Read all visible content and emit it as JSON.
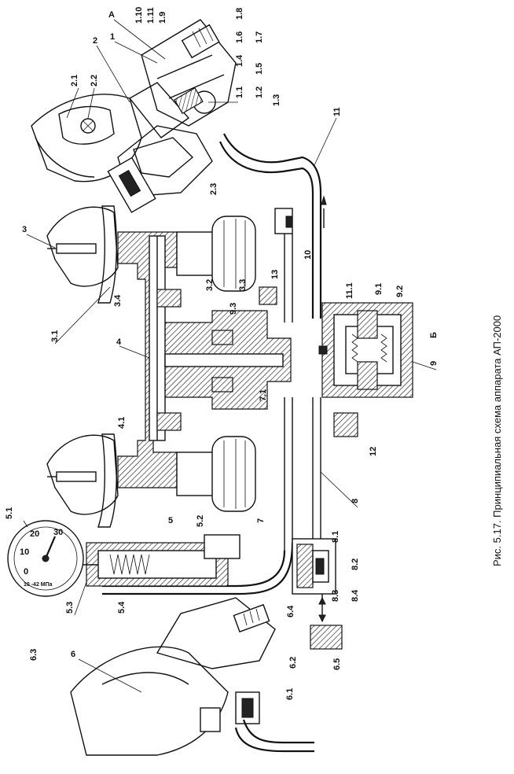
{
  "caption": "Рис. 5.17. Принципиальная схема аппарата АП-2000",
  "labels": {
    "A": "А",
    "B": "Б",
    "l1": "1",
    "l1_1": "1.1",
    "l1_2": "1.2",
    "l1_3": "1.3",
    "l1_4": "1.4",
    "l1_5": "1.5",
    "l1_6": "1.6",
    "l1_7": "1.7",
    "l1_8": "1.8",
    "l1_9": "1.9",
    "l1_10": "1.10",
    "l1_11": "1.11",
    "l2": "2",
    "l2_1": "2.1",
    "l2_2": "2.2",
    "l2_3": "2.3",
    "l3": "3",
    "l3_1": "3.1",
    "l3_2": "3.2",
    "l3_3": "3.3",
    "l3_4": "3.4",
    "l4": "4",
    "l4_1": "4.1",
    "l5": "5",
    "l5_1": "5.1",
    "l5_2": "5.2",
    "l5_3": "5.3",
    "l5_4": "5.4",
    "l6": "6",
    "l6_1": "6.1",
    "l6_2": "6.2",
    "l6_3": "6.3",
    "l6_4": "6.4",
    "l6_5": "6.5",
    "l7": "7",
    "l7_1": "7.1",
    "l8": "8",
    "l8_1": "8.1",
    "l8_2": "8.2",
    "l8_3": "8.3",
    "l8_4": "8.4",
    "l9": "9",
    "l9_1": "9.1",
    "l9_2": "9.2",
    "l9_3": "9.3",
    "l10": "10",
    "l11": "11",
    "l11_1": "11.1",
    "l12": "12",
    "l13": "13"
  },
  "gauge": {
    "ticks": [
      "0",
      "10",
      "20",
      "30"
    ],
    "scale_text": "10 -42 МПа"
  }
}
